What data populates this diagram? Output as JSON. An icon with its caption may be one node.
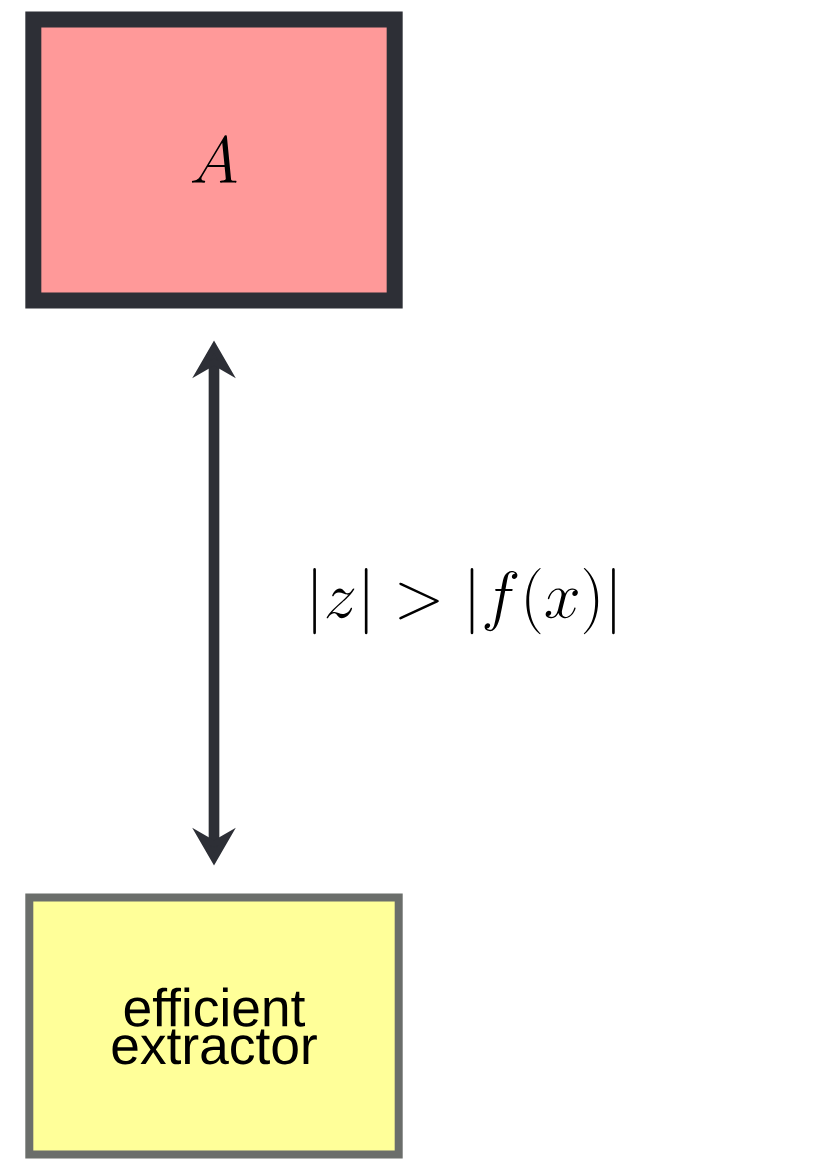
{
  "diagram": {
    "nodes": [
      {
        "text": [
          "A"
        ]
      },
      {
        "text": [
          "efficient extractor"
        ]
      }
    ],
    "edges": [
      {
        "from": 0,
        "to": 1,
        "arrow": "both",
        "label": "|z| > |f(x)|"
      }
    ]
  }
}
